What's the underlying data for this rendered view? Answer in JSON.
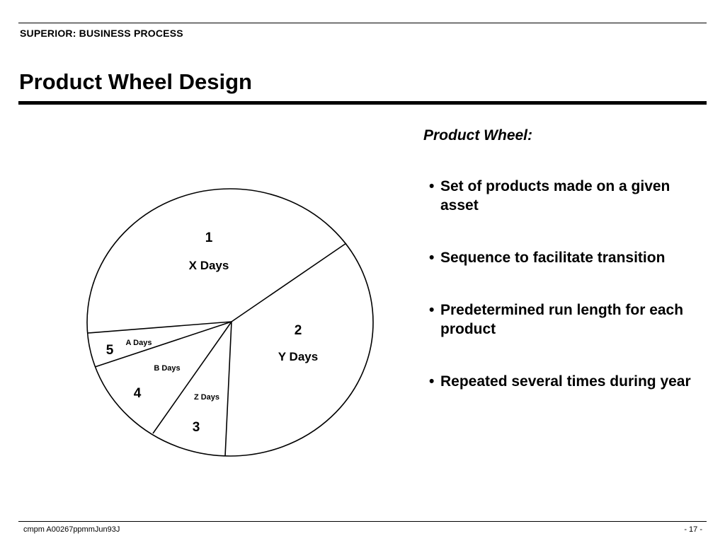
{
  "header": {
    "label": "SUPERIOR:  BUSINESS PROCESS",
    "title": "Product Wheel Design"
  },
  "wheel": {
    "segments": [
      {
        "number": "1",
        "label": "X Days"
      },
      {
        "number": "2",
        "label": "Y Days"
      },
      {
        "number": "3",
        "label": "Z Days"
      },
      {
        "number": "4",
        "label": "B Days"
      },
      {
        "number": "5",
        "label": "A Days"
      }
    ]
  },
  "panel": {
    "heading": "Product Wheel:",
    "bullets": [
      "Set of products made on a given asset",
      "Sequence to facilitate transition",
      "Predetermined run length for each product",
      "Repeated several times during year"
    ]
  },
  "footer": {
    "left": "cmpm A00267ppmmJun93J",
    "right": "- 17 -"
  }
}
